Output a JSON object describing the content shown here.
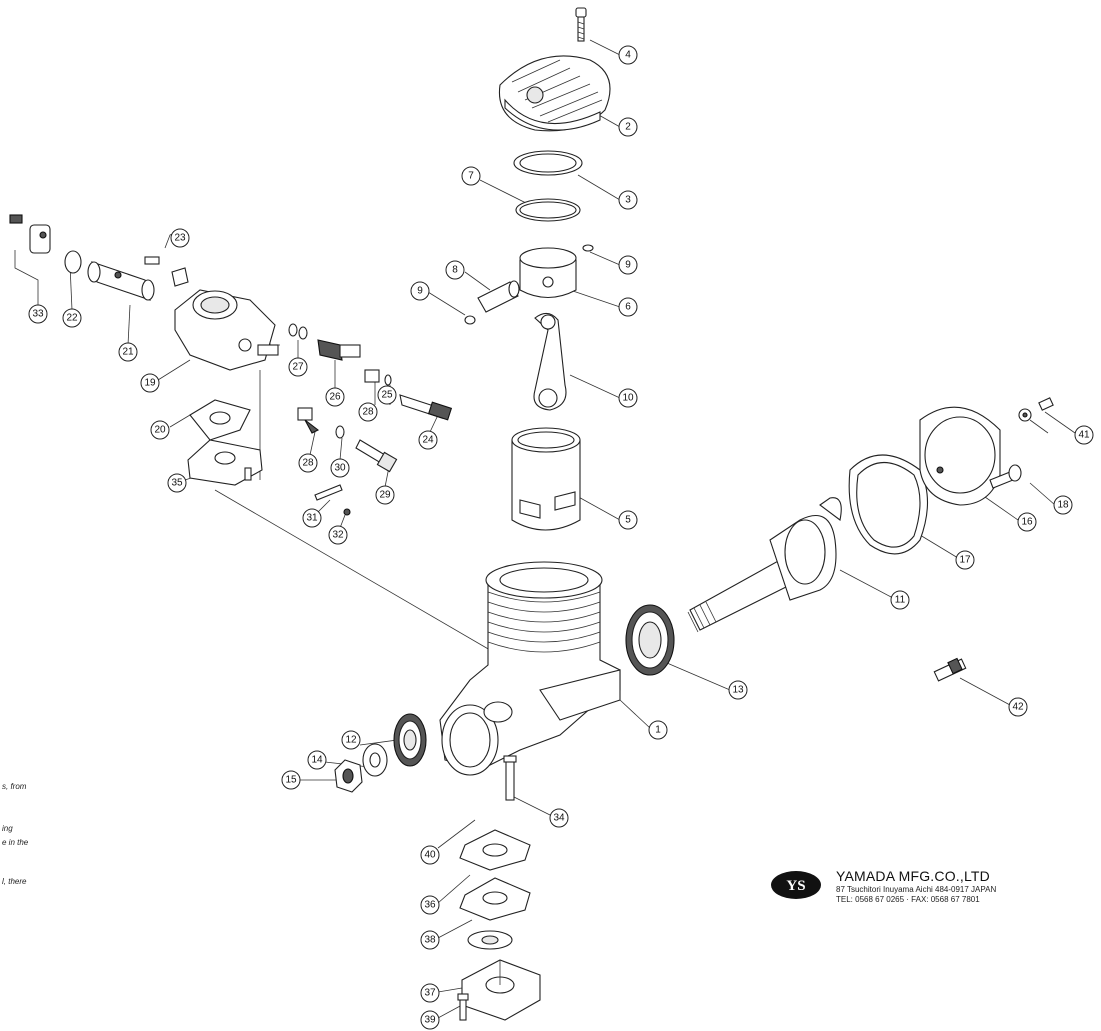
{
  "callouts": [
    "1",
    "2",
    "3",
    "4",
    "5",
    "6",
    "7",
    "8",
    "9",
    "9",
    "10",
    "11",
    "12",
    "13",
    "14",
    "15",
    "16",
    "17",
    "18",
    "19",
    "20",
    "21",
    "22",
    "23",
    "24",
    "25",
    "26",
    "27",
    "28",
    "28",
    "29",
    "30",
    "31",
    "32",
    "33",
    "34",
    "35",
    "36",
    "37",
    "38",
    "39",
    "40",
    "41",
    "42"
  ],
  "side_notes": [
    "s, from",
    "ing",
    "e in the",
    "l, there"
  ],
  "company": {
    "logo_text": "YS",
    "name": "YAMADA MFG.CO.,LTD",
    "address": "87 Tsuchitori Inuyama Aichi 484-0917 JAPAN",
    "tel_fax": "TEL: 0568 67 0265 · FAX: 0568 67 7801"
  }
}
